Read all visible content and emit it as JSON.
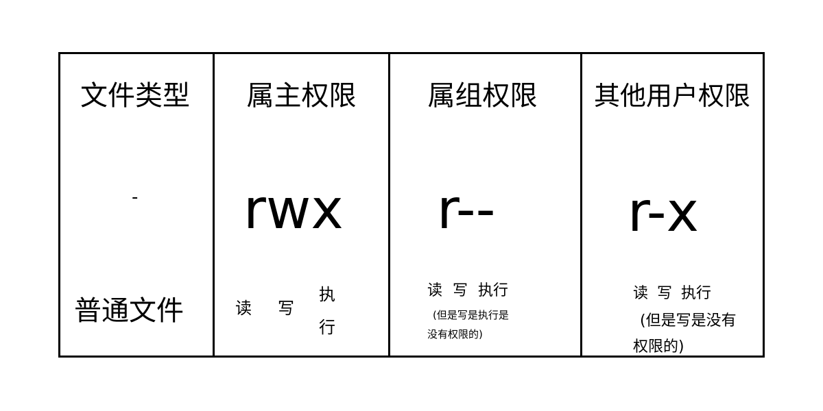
{
  "columns": {
    "file_type": {
      "header": "文件类型",
      "symbol": "-",
      "label": "普通文件"
    },
    "owner": {
      "header": "属主权限",
      "perm": "rwx",
      "read": "读",
      "write": "写",
      "exec_1": "执",
      "exec_2": "行"
    },
    "group": {
      "header": "属组权限",
      "perm": "r--",
      "labels": "读 写 执行",
      "note_line1": "(但是写是执行是",
      "note_line2": "没有权限的)"
    },
    "other": {
      "header": "其他用户权限",
      "perm": "r-x",
      "labels": "读 写 执行",
      "note_line1": "(但是写是没有",
      "note_line2": "权限的)"
    }
  }
}
